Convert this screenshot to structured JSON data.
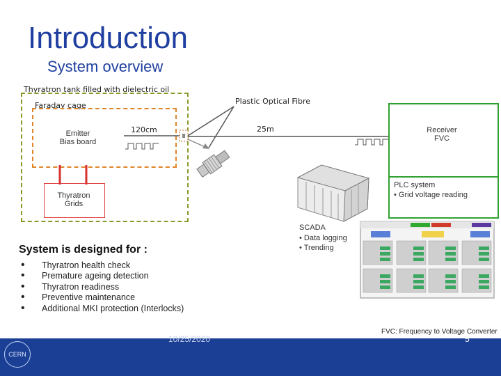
{
  "title": "Introduction",
  "subtitle": "System overview",
  "diagram": {
    "tank_label": "Thyratron tank filled with dielectric oil",
    "faraday_label": "Faraday cage",
    "emitter_label": "Emitter\nBias board",
    "distance_short": "120cm",
    "fibre_label": "Plastic Optical Fibre",
    "distance_long": "25m",
    "receiver_label": "Receiver\nFVC",
    "grids_label": "Thyratron\nGrids",
    "plc": {
      "title": "PLC system",
      "items": [
        "Grid voltage reading"
      ]
    },
    "scada": {
      "title": "SCADA",
      "items": [
        "Data logging",
        "Trending"
      ]
    }
  },
  "system": {
    "heading": "System is designed for :",
    "items": [
      "Thyratron health check",
      "Premature ageing detection",
      "Thyratron readiness",
      "Preventive maintenance",
      "Additional MKI protection (Interlocks)"
    ]
  },
  "fvc_note": "FVC: Frequency to Voltage Converter",
  "footer": {
    "date": "10/25/2020",
    "page": "5",
    "logo_text": "CERN"
  }
}
